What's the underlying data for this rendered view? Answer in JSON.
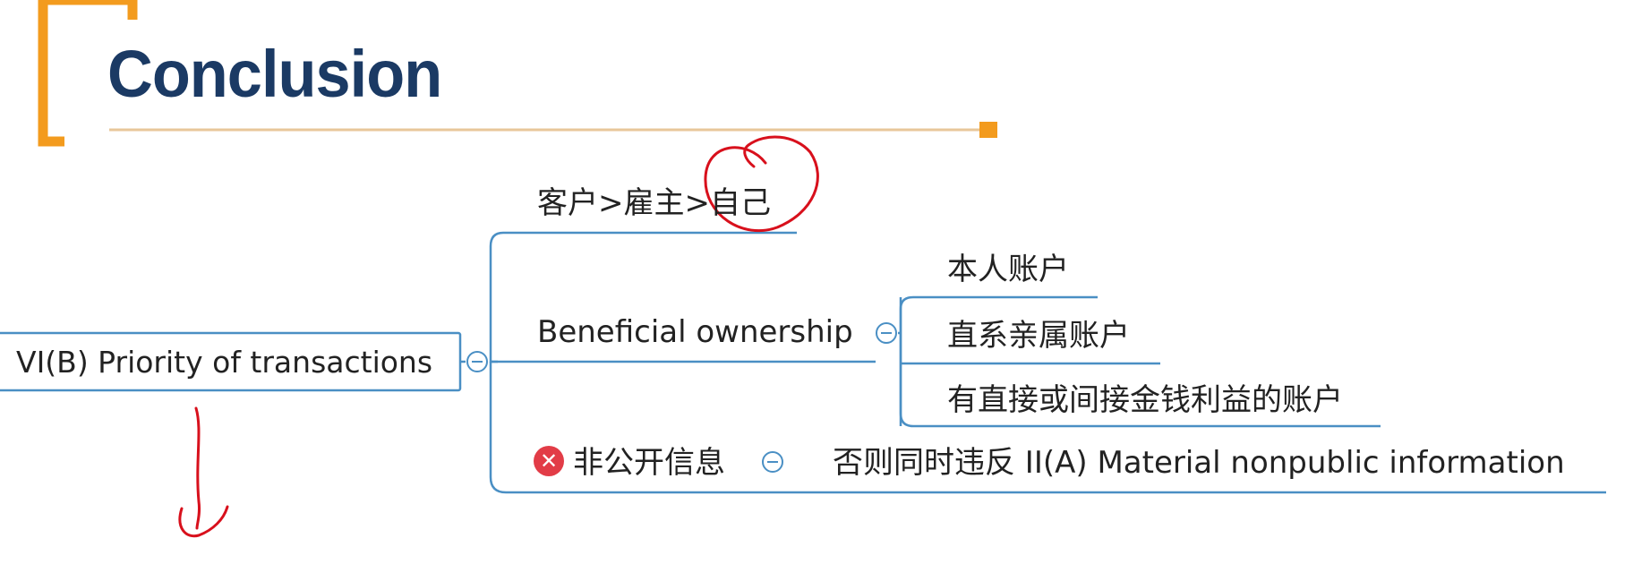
{
  "title": "Conclusion",
  "mindmap": {
    "root": "VI(B) Priority of transactions",
    "branches": [
      {
        "label": "客户>雇主>自己"
      },
      {
        "label": "Beneficial ownership",
        "children": [
          "本人账户",
          "直系亲属账户",
          "有直接或间接金钱利益的账户"
        ]
      },
      {
        "label": "非公开信息",
        "children": [
          "否则同时违反 II(A)  Material nonpublic information"
        ]
      }
    ]
  },
  "colors": {
    "title": "#1b3a64",
    "accent": "#f39b1e",
    "connector": "#4a8fc4",
    "annotation": "#d8101c",
    "error_icon": "#e23c47"
  },
  "icons": [
    "collapse-icon",
    "error-icon"
  ]
}
